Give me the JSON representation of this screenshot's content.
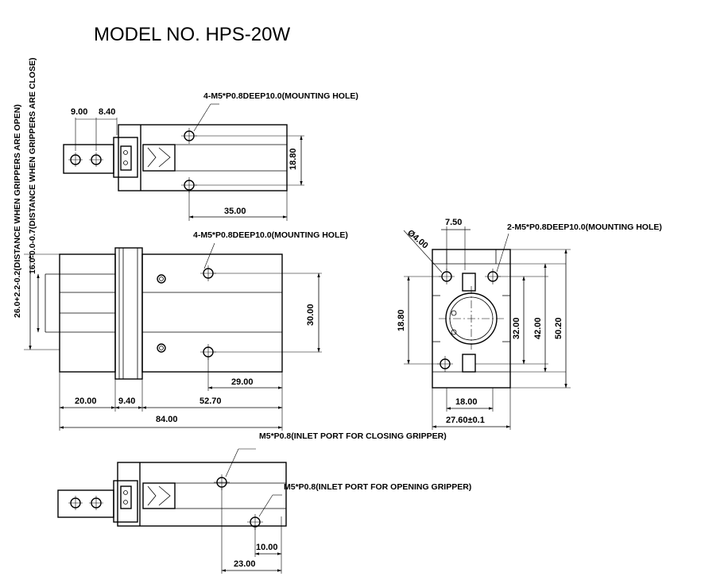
{
  "title": "MODEL NO. HPS-20W",
  "vertical_notes": {
    "open": "26.0+2.2-0.2(DISTANCE WHEN GRIPPERS ARE OPEN)",
    "close": "16.0-0.0-0.7(DISTANCE WHEN GRIPPERS ARE CLOSE)"
  },
  "top_view": {
    "dim_a": "9.00",
    "dim_b": "8.40",
    "note_mounting": "4-M5*P0.8DEEP10.0(MOUNTING HOLE)",
    "dim_height": "18.80",
    "dim_length": "35.00"
  },
  "front_view": {
    "note_mounting": "4-M5*P0.8DEEP10.0(MOUNTING HOLE)",
    "dim_height": "30.00",
    "dim_hole": "29.00",
    "dim_a": "20.00",
    "dim_b": "9.40",
    "dim_c": "52.70",
    "dim_total": "84.00"
  },
  "side_view": {
    "dim_top": "7.50",
    "dim_dia": "Ø4.00",
    "note_mounting": "2-M5*P0.8DEEP10.0(MOUNTING HOLE)",
    "dim_left": "18.80",
    "dim_r1": "32.00",
    "dim_r2": "42.00",
    "dim_r3": "50.20",
    "dim_bottom1": "18.00",
    "dim_bottom2": "27.60±0.1"
  },
  "bottom_view": {
    "note_close": "M5*P0.8(INLET PORT FOR CLOSING GRIPPER)",
    "note_open": "M5*P0.8(INLET PORT FOR OPENING GRIPPER)",
    "dim_a": "10.00",
    "dim_b": "23.00"
  }
}
